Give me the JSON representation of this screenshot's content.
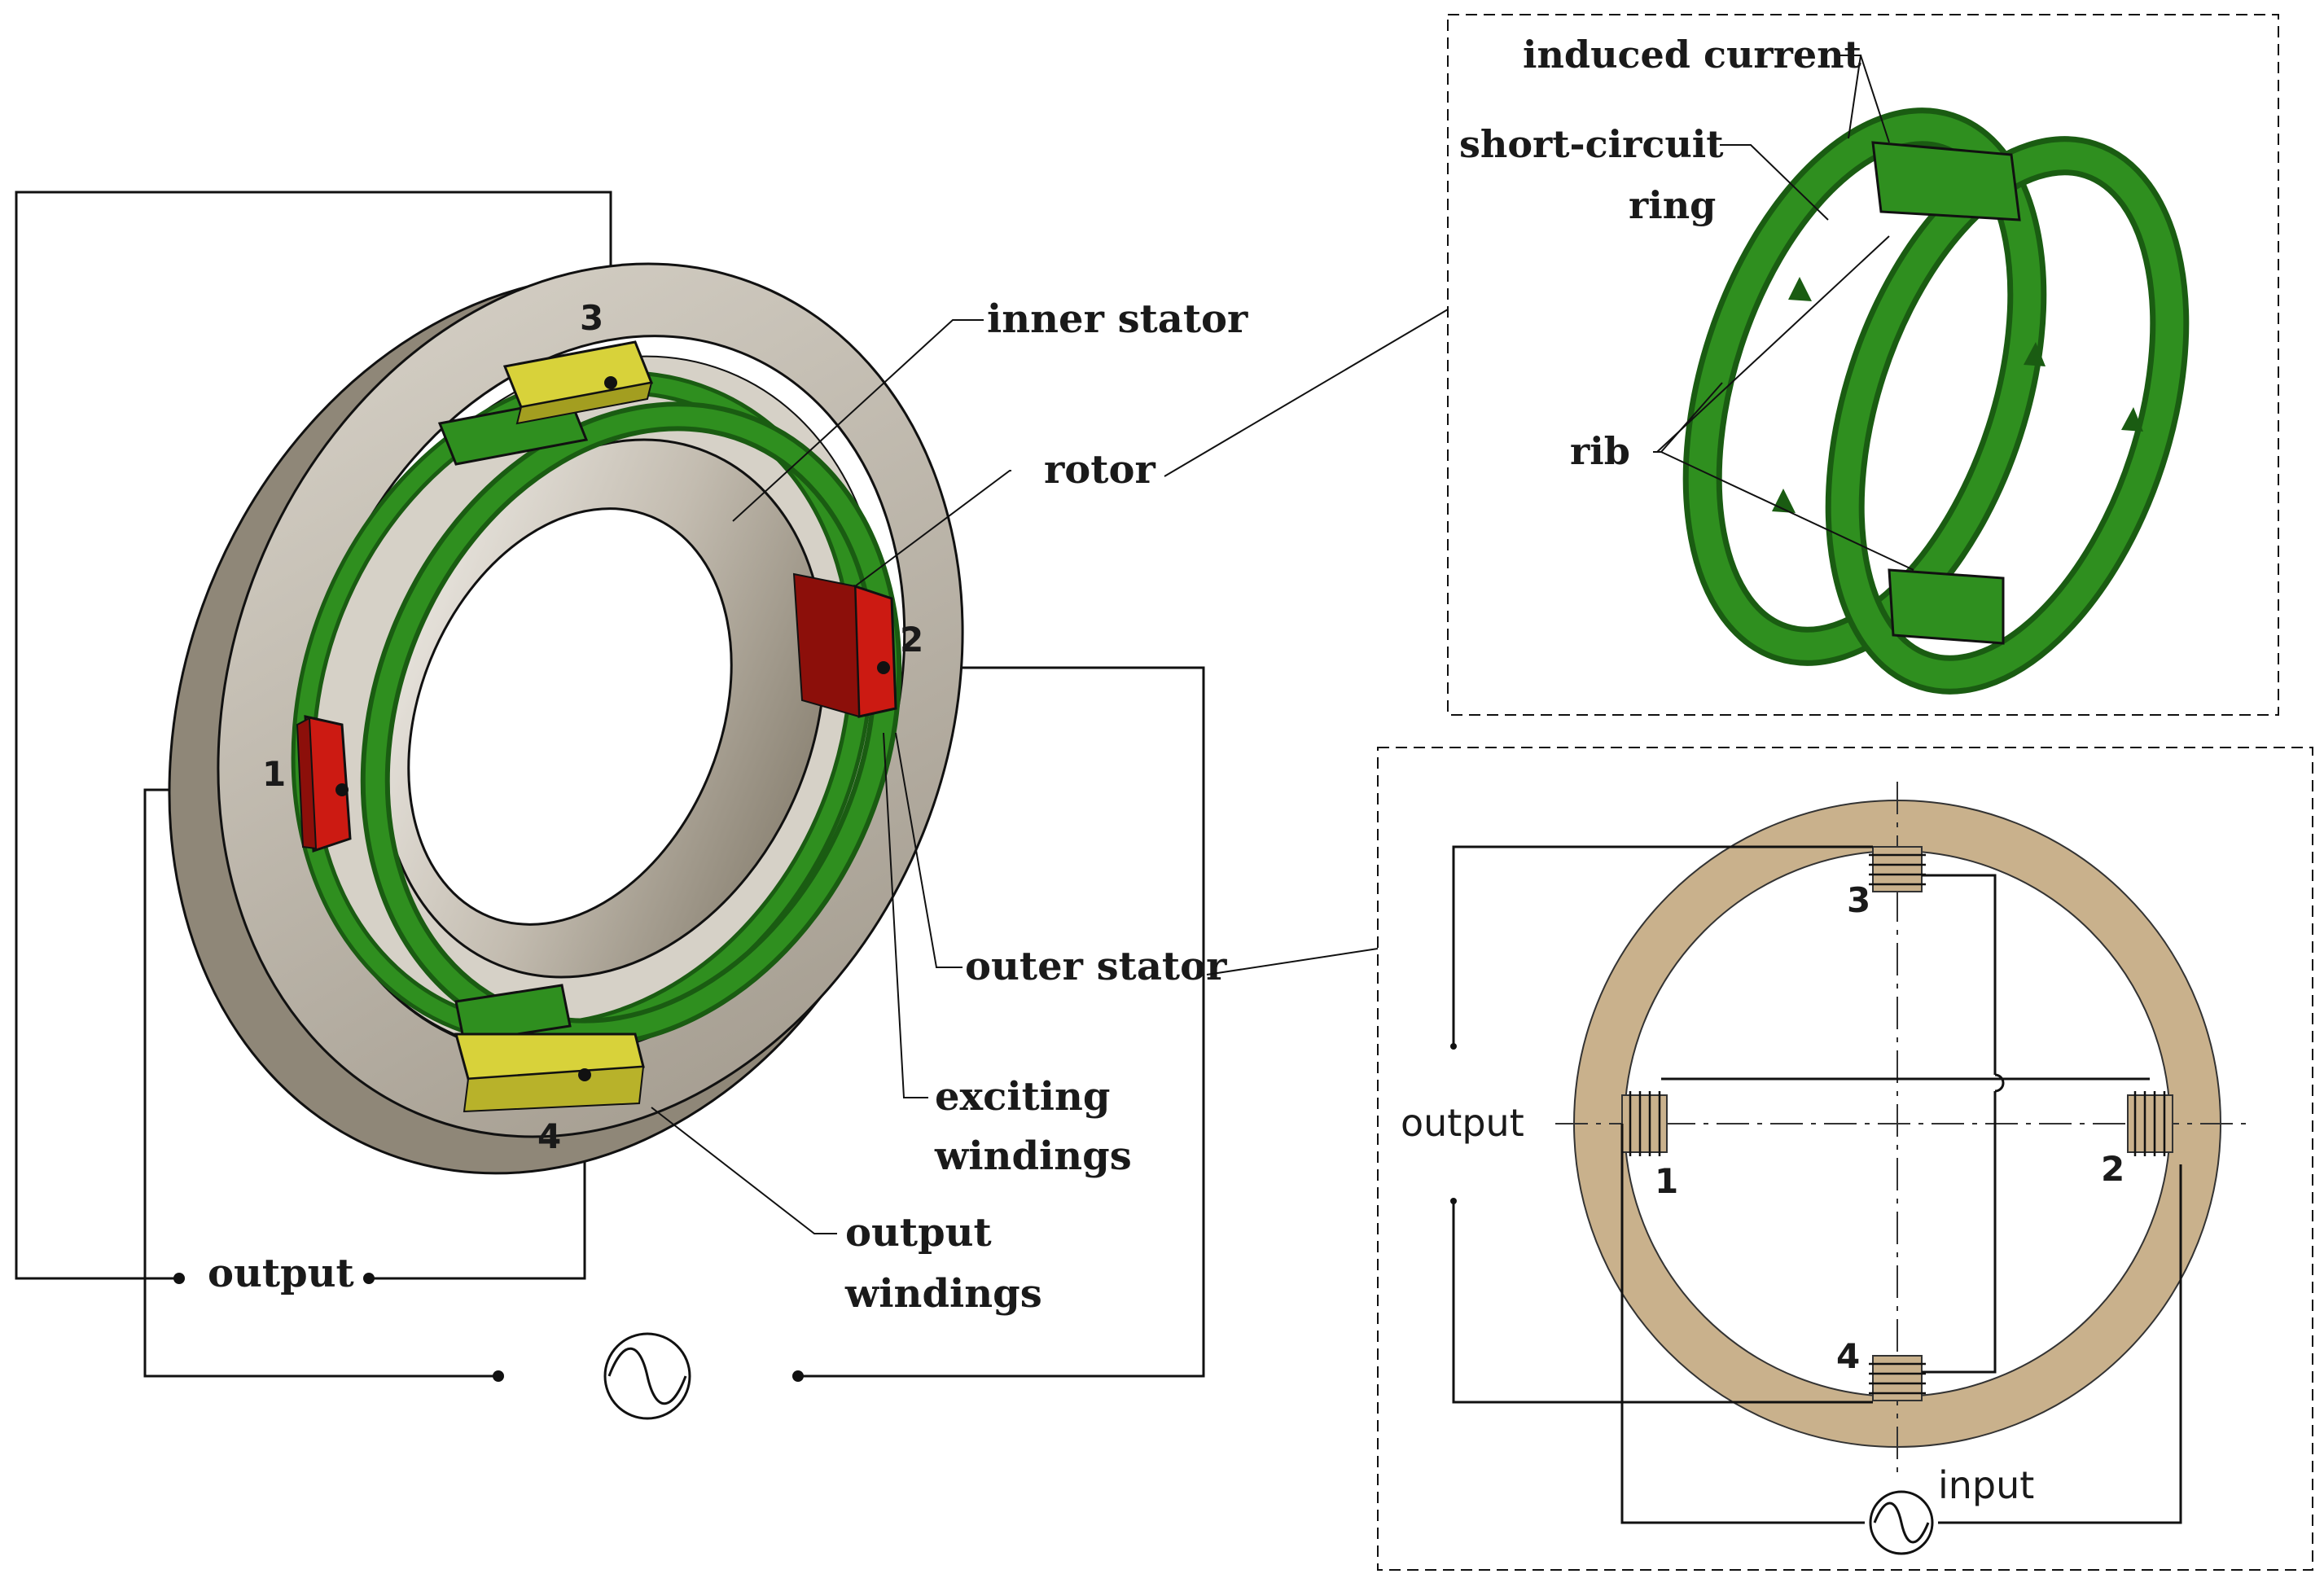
{
  "left_labels": {
    "inner_stator": "inner stator",
    "rotor": "rotor",
    "outer_stator": "outer stator",
    "exciting_1": "exciting",
    "exciting_2": "windings",
    "output_win_1": "output",
    "output_win_2": "windings",
    "output_terminal": "output"
  },
  "coil_numbers": {
    "c1": "1",
    "c2": "2",
    "c3": "3",
    "c4": "4"
  },
  "top_right_labels": {
    "induced_current": "induced current",
    "short_circuit_1": "short-circuit",
    "short_circuit_2": "ring",
    "rib": "rib"
  },
  "bottom_right_labels": {
    "output": "output",
    "input": "input",
    "n1": "1",
    "n2": "2",
    "n3": "3",
    "n4": "4"
  },
  "colors": {
    "stator": "#bcb5a8",
    "stator_light": "#d9d4ca",
    "rotor_green": "#2f8f1f",
    "rotor_dark": "#1a5c12",
    "exciting_red": "#cc1a12",
    "output_yellow": "#d8d23a",
    "core_tan": "#c9b18c"
  }
}
